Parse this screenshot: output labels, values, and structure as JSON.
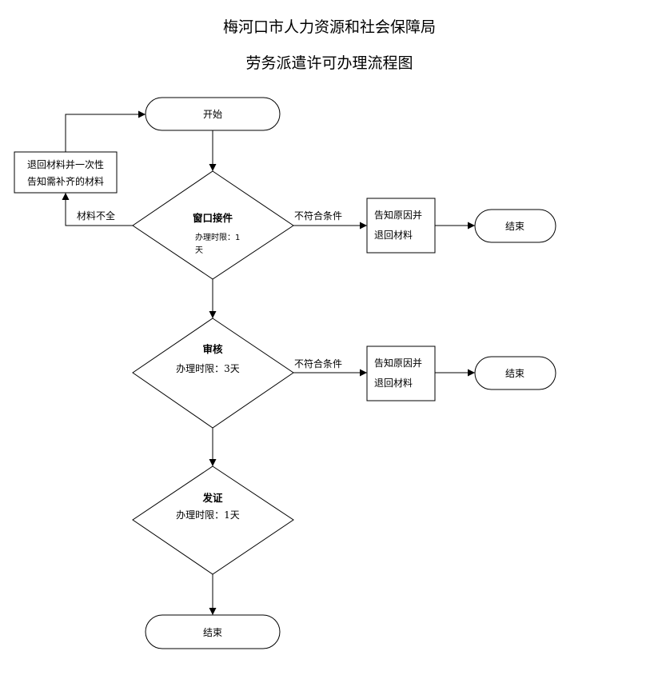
{
  "header": {
    "org": "梅河口市人力资源和社会保障局",
    "title": "劳务派遣许可办理流程图"
  },
  "nodes": {
    "start": "开始",
    "return_line1": "退回材料并一次性",
    "return_line2": "告知需补齐的材料",
    "step1_title": "窗口接件",
    "step1_limit_line1": "办理时限：1",
    "step1_limit_line2": "天",
    "reject1_line1": "告知原因并",
    "reject1_line2": "退回材料",
    "end1": "结束",
    "step2_title": "审核",
    "step2_limit": "办理时限：3天",
    "reject2_line1": "告知原因并",
    "reject2_line2": "退回材料",
    "end2": "结束",
    "step3_title": "发证",
    "step3_limit": "办理时限：1天",
    "end_final": "结束"
  },
  "edges": {
    "incomplete_label": "材料不全",
    "noncompliant1_label": "不符合条件",
    "noncompliant2_label": "不符合条件"
  }
}
